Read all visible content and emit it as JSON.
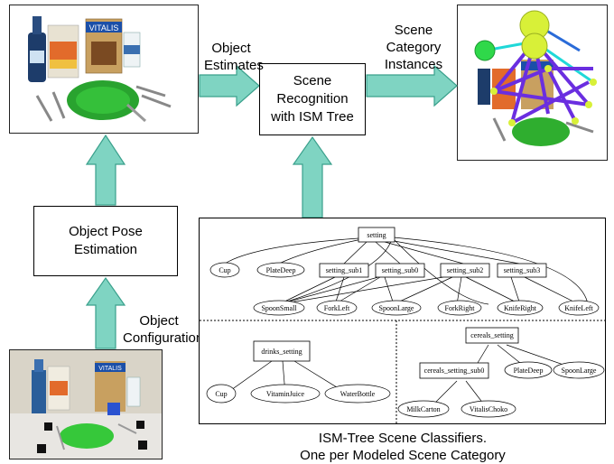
{
  "labels": {
    "object_estimates": "Object\nEstimates",
    "scene_recognition": "Scene\nRecognition\nwith ISM Tree",
    "scene_category_instances": "Scene\nCategory\nInstances",
    "object_pose_estimation": "Object Pose\nEstimation",
    "object_configuration": "Object\nConfiguration",
    "caption": "ISM-Tree Scene Classifiers.\nOne per Modeled Scene Category"
  },
  "tree": {
    "setting": "setting",
    "setting_sub1": "setting_sub1",
    "setting_sub0": "setting_sub0",
    "setting_sub2": "setting_sub2",
    "setting_sub3": "setting_sub3",
    "cup": "Cup",
    "platedeep": "PlateDeep",
    "spoonsmall": "SpoonSmall",
    "forkleft": "ForkLeft",
    "spoonlarge": "SpoonLarge",
    "forkright": "ForkRight",
    "kniferight": "KnifeRight",
    "knifeleft": "KnifeLeft",
    "drinks_setting": "drinks_setting",
    "d_cup": "Cup",
    "vitaminjuice": "VitaminJuice",
    "waterbottle": "WaterBottle",
    "cereals_setting": "cereals_setting",
    "cereals_setting_sub0": "cereals_setting_sub0",
    "c_platedeep": "PlateDeep",
    "c_spoonlarge": "SpoonLarge",
    "milkcarton": "MilkCarton",
    "vitalischoko": "VitalisChoko"
  },
  "colors": {
    "arrow_fill": "#7fd4c2",
    "arrow_stroke": "#3aa08c",
    "plate_green": "#2fae2f",
    "tree_sphere": "#d8f038",
    "link_purple": "#6a2ee0",
    "link_cyan": "#1fd8d8"
  }
}
